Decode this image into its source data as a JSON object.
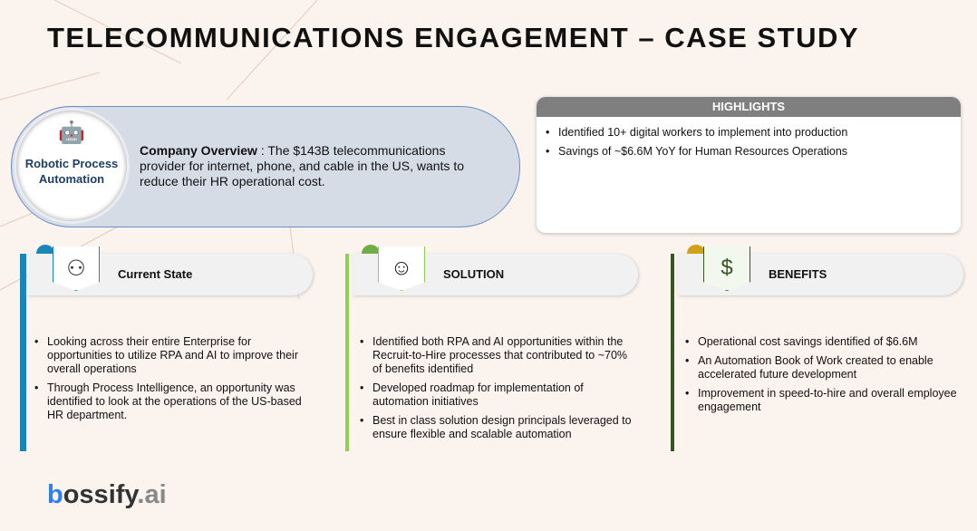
{
  "title": "TELECOMMUNICATIONS ENGAGEMENT – CASE STUDY",
  "overview": {
    "badge": "Robotic Process Automation",
    "label": "Company Overview",
    "text": " : The $143B telecommunications provider for internet, phone, and cable in the US, wants to reduce their HR operational cost."
  },
  "highlights": {
    "header": "HIGHLIGHTS",
    "items": [
      "Identified 10+ digital workers to implement into production",
      "Savings of ~$6.6M YoY for Human Resources Operations"
    ]
  },
  "columns": [
    {
      "title": "Current State",
      "color": "#1a86b8",
      "items": [
        "Looking across their entire Enterprise for opportunities to utilize RPA and AI to improve their overall operations",
        "Through Process Intelligence, an opportunity was identified to look at the operations of the US-based HR department."
      ]
    },
    {
      "title": "SOLUTION",
      "color": "#92d050",
      "items": [
        "Identified both RPA and AI opportunities within the Recruit-to-Hire processes that contributed to ~70% of benefits identified",
        "Developed roadmap for implementation of automation initiatives",
        "Best in class solution design principals leveraged to ensure flexible and scalable automation"
      ]
    },
    {
      "title": "BENEFITS",
      "color": "#375623",
      "items": [
        "Operational cost savings identified of $6.6M",
        "An Automation Book of Work created to enable accelerated future development",
        "Improvement in speed-to-hire and overall employee engagement"
      ]
    }
  ],
  "logo": {
    "b": "b",
    "main": "ossify",
    "ai": ".ai"
  }
}
